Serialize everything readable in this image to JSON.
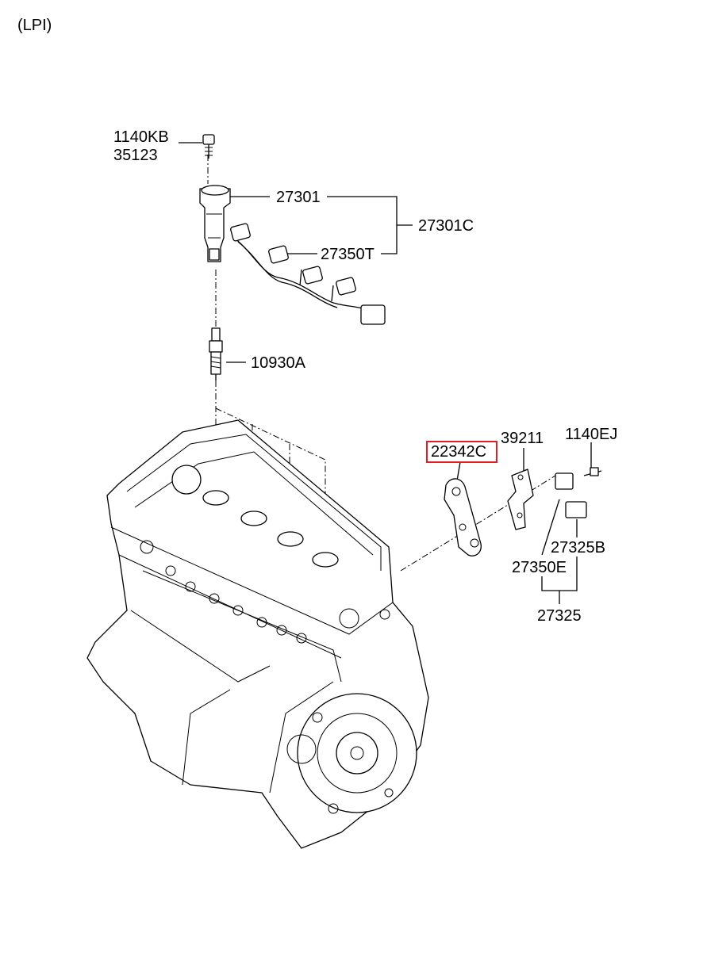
{
  "header": {
    "variant": "(LPI)"
  },
  "parts": {
    "bolt_top_a": "1140KB",
    "bolt_top_b": "35123",
    "ignition_coil": "27301",
    "coil_assembly": "27301C",
    "wiring_harness": "27350T",
    "spark_plug": "10930A",
    "bracket_highlighted": "22342C",
    "bracket_sensor": "39211",
    "bolt_sensor": "1140EJ",
    "sensor_b": "27325B",
    "sensor_e": "27350E",
    "knock_sensor_assy": "27325"
  },
  "highlight_color": "#e02020"
}
